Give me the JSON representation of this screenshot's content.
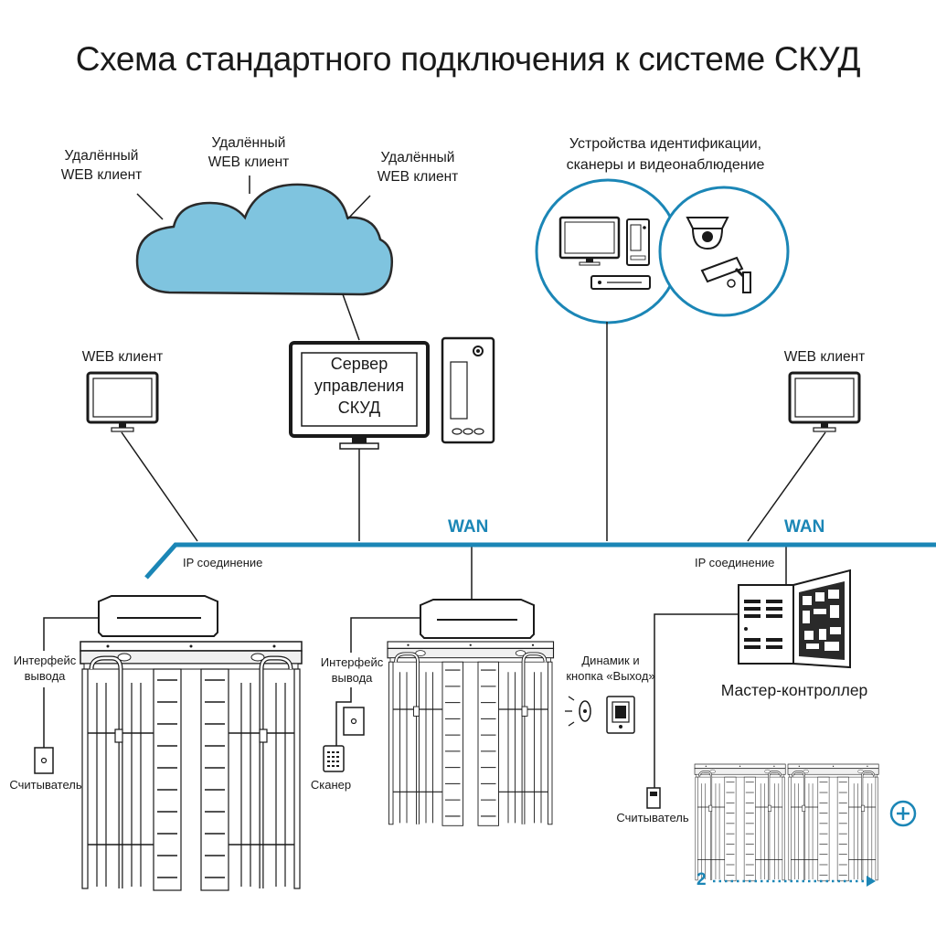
{
  "title": "Схема стандартного подключения к системе СКУД",
  "cloud": {
    "clients": [
      "Удалённый\nWEB клиент",
      "Удалённый\nWEB клиент",
      "Удалённый\nWEB клиент"
    ]
  },
  "devices_label": "Устройства идентификации,\nсканеры и видеонаблюдение",
  "web_client_left": "WEB клиент",
  "web_client_right": "WEB клиент",
  "server_label": "Сервер\nуправления\nСКУД",
  "wan_label_1": "WAN",
  "wan_label_2": "WAN",
  "ip_connection_left": "IP соединение",
  "ip_connection_right": "IP соединение",
  "output_interface_1": "Интерфейс\nвывода",
  "output_interface_2": "Интерфейс\nвывода",
  "reader_1": "Считыватель",
  "scanner": "Сканер",
  "speaker_button": "Динамик и\nкнопка «Выход»",
  "master_controller": "Мастер-контроллер",
  "reader_2": "Считыватель",
  "count_label": "2",
  "colors": {
    "accent": "#1b86b6",
    "cloud": "#7fc4df",
    "line": "#1a1a1a"
  }
}
